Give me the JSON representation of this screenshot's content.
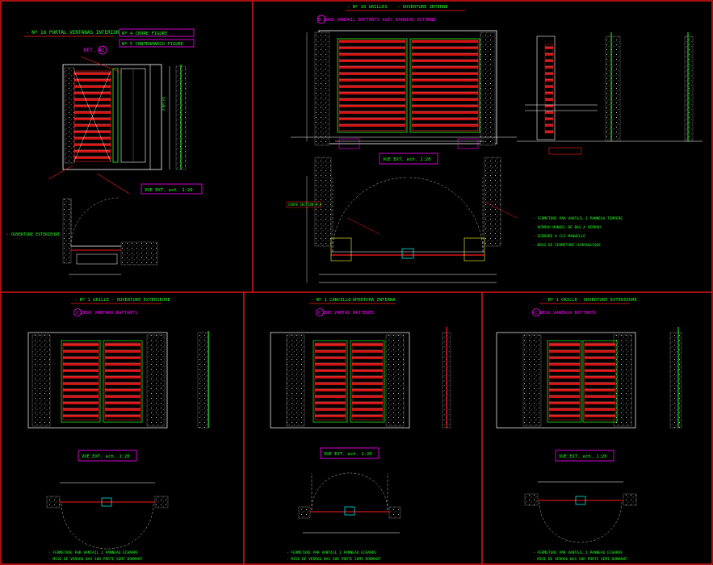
{
  "colors": {
    "bg": "#000000",
    "frame": "#ff1a1a",
    "line": "#ffffff",
    "accent": "#ff00ff",
    "text_green": "#22ff22",
    "text_yellow": "#ffff33",
    "hatch": "#cc0000",
    "cyan": "#00ffff"
  },
  "top_left": {
    "title": "- Nº 16 PORTAL VENTANAS INTERIOR",
    "tag_a": "Nº 4 CERRE FIGURE",
    "tag_b": "Nº 5 CONTRAMARCO FIGURE",
    "detail_label": "DET. A2",
    "note_1": "VUE EXT. ech. 1:20",
    "side_note": "- OUVERTURE EXTERIEURE",
    "small_label": "CH.GALV"
  },
  "top_right": {
    "title": "- Nº 18 GRILLES",
    "subtitle": "- OUVERTURE INTERNE",
    "heading": "D COUD VANTAIL BATTANTS AVEC BARREAU EXTERNE",
    "note": "VUE EXT. ech. 1:20",
    "side_caption": "COUPE SECTION A-A",
    "notes": [
      "- FERMETURE PAR VANTAIL 1 PANNEAU TEMPERE",
      "- VERROU MANUEL DE BAS A VERROU",
      "- SERRURE A CLE MANUELLE",
      "- BRAS DE FERMETURE HYDRAULIQUE"
    ]
  },
  "bottom_panels": [
    {
      "title": "- Nº 1 GRILLE",
      "subtitle": "- OUVERTURE EXTERIEURE",
      "heading": "C DEUX VANTAUX BATTANTS",
      "note": "VUE EXT. ech. 1:20",
      "footer_1": "- FERMETURE PAR VANTAIL 1 PANNEAU ECHARPE",
      "footer_2": "- MISE DE VERROU BAS SUR PORTE SEMI DORMANT"
    },
    {
      "title": "- Nº 1 CANCELLO",
      "subtitle": "- APERTURA INTERNA",
      "heading": "C DUE VANTAI BATTENTI",
      "note": "VUE EXT. ech. 1:20",
      "footer_1": "- FERMETURE PAR VANTAIL 1 PANNEAU ECHARPE",
      "footer_2": "- MISE DE VERROU BAS SUR PORTE SEMI DORMANT"
    },
    {
      "title": "- Nº 1 GRILLE",
      "subtitle": "- OUVERTURE EXTERIEURE",
      "heading": "C DEUX VANTAUX BATTANTS",
      "note": "VUE EXT. ech. 1:20",
      "footer_1": "- FERMETURE PAR VANTAIL 1 PANNEAU ECHARPE",
      "footer_2": "- MISE DE VERROU BAS SUR PORTE SEMI DORMANT"
    }
  ]
}
